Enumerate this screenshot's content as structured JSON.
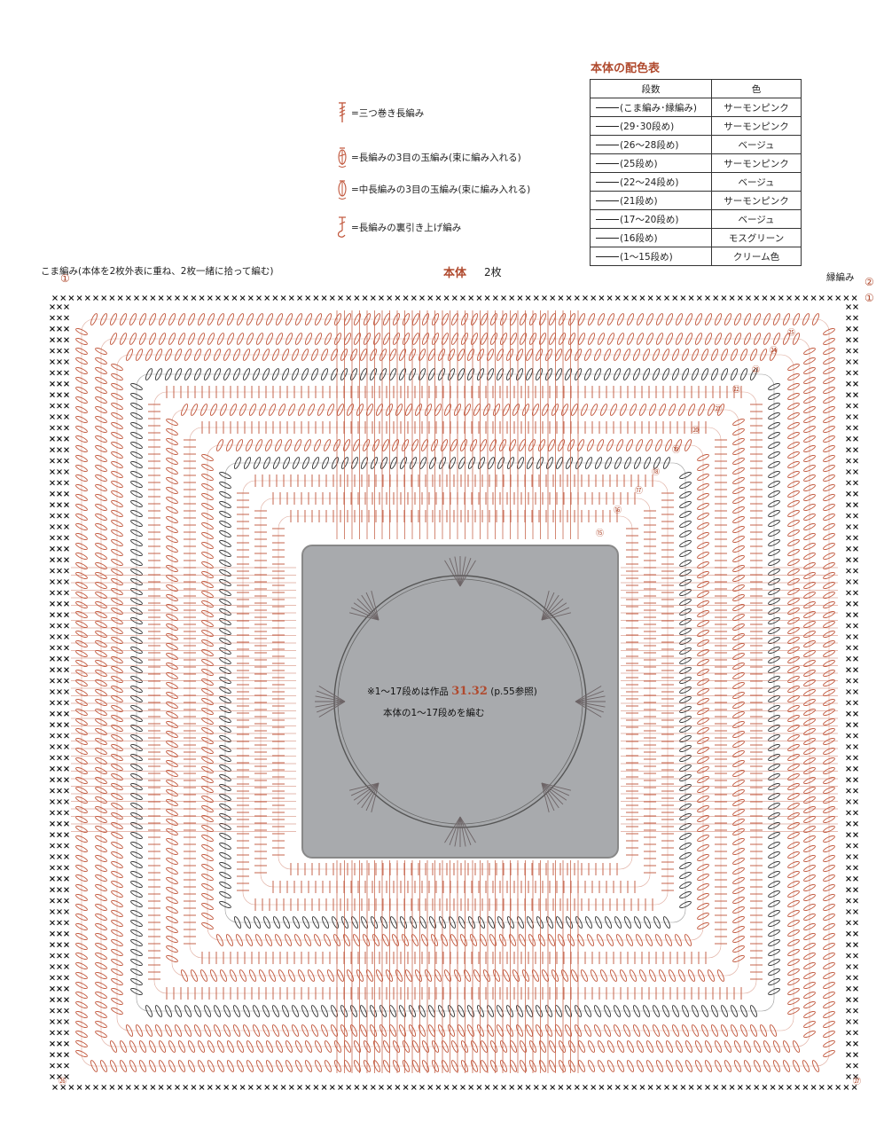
{
  "legend": [
    {
      "icon": "triple-treble-crochet-symbol",
      "text": "=三つ巻き長編み"
    },
    {
      "icon": "treble-3-puff-cluster-symbol",
      "text": "=長編みの3目の玉編み(束に編み入れる)"
    },
    {
      "icon": "half-treble-3-puff-cluster-symbol",
      "text": "=中長編みの3目の玉編み(束に編み入れる)"
    },
    {
      "icon": "back-post-treble-symbol",
      "text": "=長編みの裏引き上げ編み"
    }
  ],
  "color_table": {
    "title": "本体の配色表",
    "headers": [
      "段数",
      "色"
    ],
    "rows": [
      {
        "rounds": "(こま編み･縁編み)",
        "color": "サーモンピンク"
      },
      {
        "rounds": "(29･30段め)",
        "color": "サーモンピンク"
      },
      {
        "rounds": "(26〜28段め)",
        "color": "ベージュ"
      },
      {
        "rounds": "(25段め)",
        "color": "サーモンピンク"
      },
      {
        "rounds": "(22〜24段め)",
        "color": "ベージュ"
      },
      {
        "rounds": "(21段め)",
        "color": "サーモンピンク"
      },
      {
        "rounds": "(17〜20段め)",
        "color": "ベージュ"
      },
      {
        "rounds": "(16段め)",
        "color": "モスグリーン"
      },
      {
        "rounds": "(1〜15段め)",
        "color": "クリーム色"
      }
    ]
  },
  "diagram": {
    "note_top": "こま編み(本体を2枚外表に重ね、2枚一緒に拾って編む)",
    "title": "本体",
    "count": "2枚",
    "edge_label": "縁編み",
    "center_note_prefix": "※1〜17段めは作品",
    "center_note_highlight": "31.32",
    "center_note_suffix": "(p.55参照)",
    "center_note_line2": "本体の1〜17段めを編む",
    "round_markers": [
      "①",
      "②",
      "①",
      "⑮",
      "⑯",
      "⑰",
      "⑱",
      "⑲",
      "⑳",
      "㉑",
      "㉒",
      "㉓",
      "㉔",
      "㉕",
      "㉖",
      "㉗"
    ]
  },
  "colors": {
    "salmon": "#c0553a",
    "dark": "#333333",
    "black": "#111111",
    "center_fill": "#a8aaad"
  }
}
